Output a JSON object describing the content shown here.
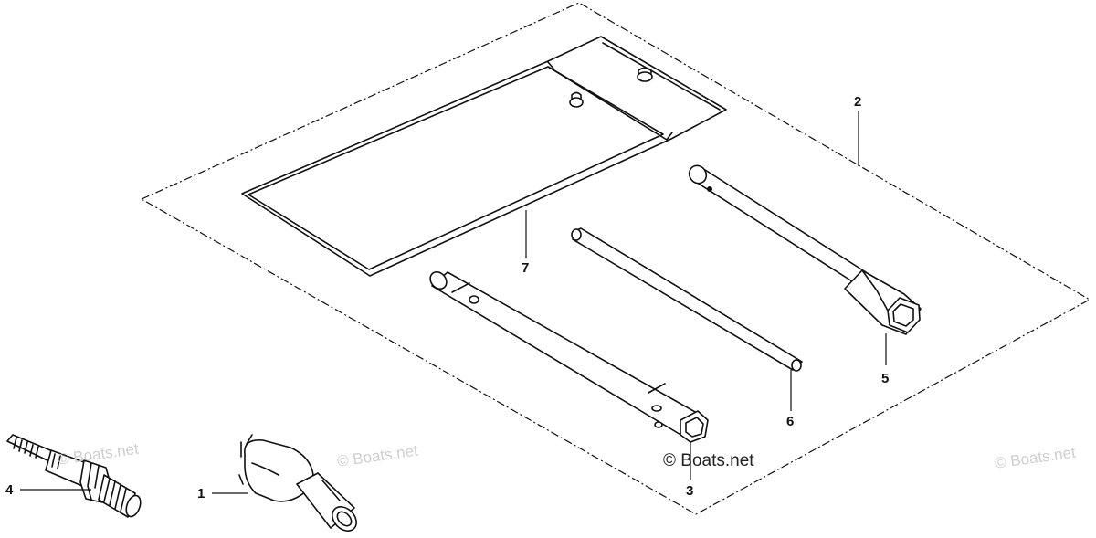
{
  "callouts": {
    "c1": "1",
    "c2": "2",
    "c3": "3",
    "c4": "4",
    "c5": "5",
    "c6": "6",
    "c7": "7"
  },
  "copyright": "© Boats.net",
  "watermarks": {
    "w1": "© Boats.net",
    "w2": "© Boats.net",
    "w3": "© Boats.net"
  },
  "colors": {
    "line": "#111111",
    "background": "#ffffff",
    "watermark": "#cfcfcf"
  }
}
